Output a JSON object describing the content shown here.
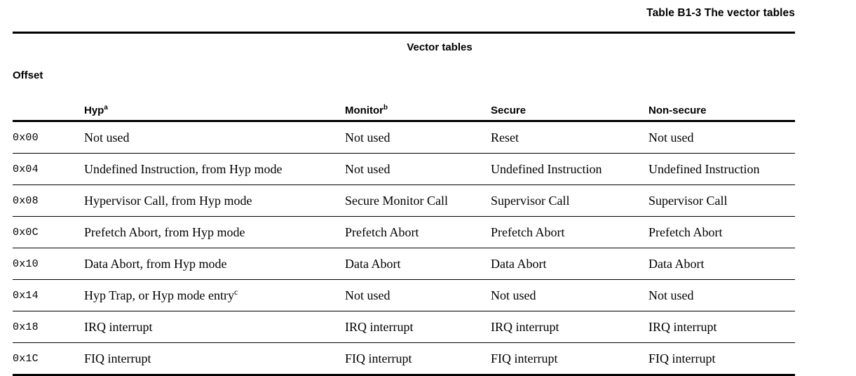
{
  "caption": "Table B1-3 The vector tables",
  "table": {
    "group_header": "Vector tables",
    "offset_header": "Offset",
    "columns": [
      {
        "label": "Hyp",
        "note": "a"
      },
      {
        "label": "Monitor",
        "note": "b"
      },
      {
        "label": "Secure",
        "note": ""
      },
      {
        "label": "Non-secure",
        "note": ""
      }
    ],
    "rows": [
      {
        "offset": "0x00",
        "hyp": "Not used",
        "hyp_note": "",
        "monitor": "Not used",
        "secure": "Reset",
        "nonsecure": "Not used"
      },
      {
        "offset": "0x04",
        "hyp": "Undefined Instruction, from Hyp mode",
        "hyp_note": "",
        "monitor": "Not used",
        "secure": "Undefined Instruction",
        "nonsecure": "Undefined Instruction"
      },
      {
        "offset": "0x08",
        "hyp": "Hypervisor Call, from Hyp mode",
        "hyp_note": "",
        "monitor": "Secure Monitor Call",
        "secure": "Supervisor Call",
        "nonsecure": "Supervisor Call"
      },
      {
        "offset": "0x0C",
        "hyp": "Prefetch Abort, from Hyp mode",
        "hyp_note": "",
        "monitor": "Prefetch Abort",
        "secure": "Prefetch Abort",
        "nonsecure": "Prefetch Abort"
      },
      {
        "offset": "0x10",
        "hyp": "Data Abort, from Hyp mode",
        "hyp_note": "",
        "monitor": "Data Abort",
        "secure": "Data Abort",
        "nonsecure": "Data Abort"
      },
      {
        "offset": "0x14",
        "hyp": "Hyp Trap, or Hyp mode entry",
        "hyp_note": "c",
        "monitor": "Not used",
        "secure": "Not used",
        "nonsecure": "Not used"
      },
      {
        "offset": "0x18",
        "hyp": "IRQ interrupt",
        "hyp_note": "",
        "monitor": "IRQ interrupt",
        "secure": "IRQ interrupt",
        "nonsecure": "IRQ interrupt"
      },
      {
        "offset": "0x1C",
        "hyp": "FIQ interrupt",
        "hyp_note": "",
        "monitor": "FIQ interrupt",
        "secure": "FIQ interrupt",
        "nonsecure": "FIQ interrupt"
      }
    ]
  },
  "colors": {
    "text": "#000000",
    "background": "#ffffff",
    "rule": "#000000"
  }
}
